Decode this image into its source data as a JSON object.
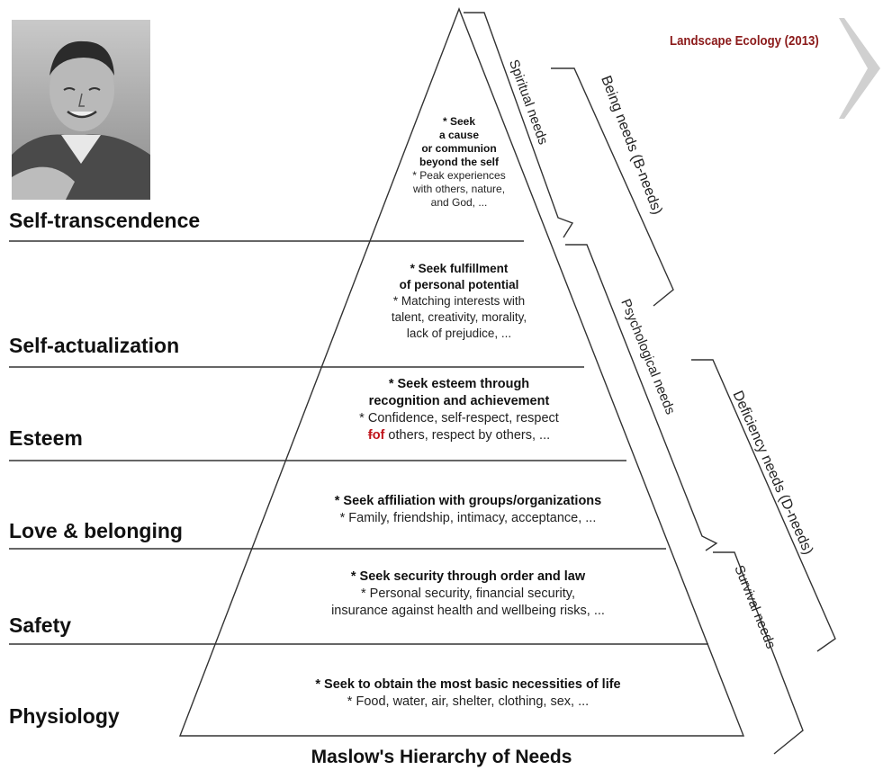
{
  "source": "Landscape Ecology (2013)",
  "caption": "Maslow's Hierarchy of Needs",
  "portrait": "Abraham Maslow photo",
  "levels": [
    {
      "name": "Self-transcendence",
      "lines": [
        "* Seek",
        "a cause",
        "or communion",
        "beyond the self",
        "* Peak experiences",
        "with others, nature,",
        "and God, ..."
      ]
    },
    {
      "name": "Self-actualization",
      "lines": [
        "* Seek fulfillment",
        "of personal potential",
        "* Matching interests with",
        "talent, creativity, morality,",
        "lack of prejudice, ..."
      ]
    },
    {
      "name": "Esteem",
      "lines": [
        "* Seek esteem through",
        "recognition and achievement",
        "* Confidence, self-respect, respect",
        "others, respect by others, ..."
      ],
      "correction": {
        "struck": "f",
        "inserted": "of"
      }
    },
    {
      "name": "Love & belonging",
      "lines": [
        "* Seek affiliation with groups/organizations",
        "* Family, friendship, intimacy, acceptance, ..."
      ]
    },
    {
      "name": "Safety",
      "lines": [
        "* Seek security through order and law",
        "* Personal security, financial security,",
        "insurance against health and wellbeing risks, ..."
      ]
    },
    {
      "name": "Physiology",
      "lines": [
        "* Seek to obtain the most basic necessities of life",
        "* Food, water, air, shelter, clothing, sex, ..."
      ]
    }
  ],
  "groups": {
    "spiritual": "Spiritual needs",
    "psychological": "Psychological needs",
    "survival": "Survival needs",
    "being": "Being needs (B-needs)",
    "deficiency": "Deficiency needs (D-needs)"
  },
  "colors": {
    "line": "#333333",
    "source": "#8b1a1a",
    "correction": "#c0141b",
    "decor": "#d0d0d0"
  }
}
